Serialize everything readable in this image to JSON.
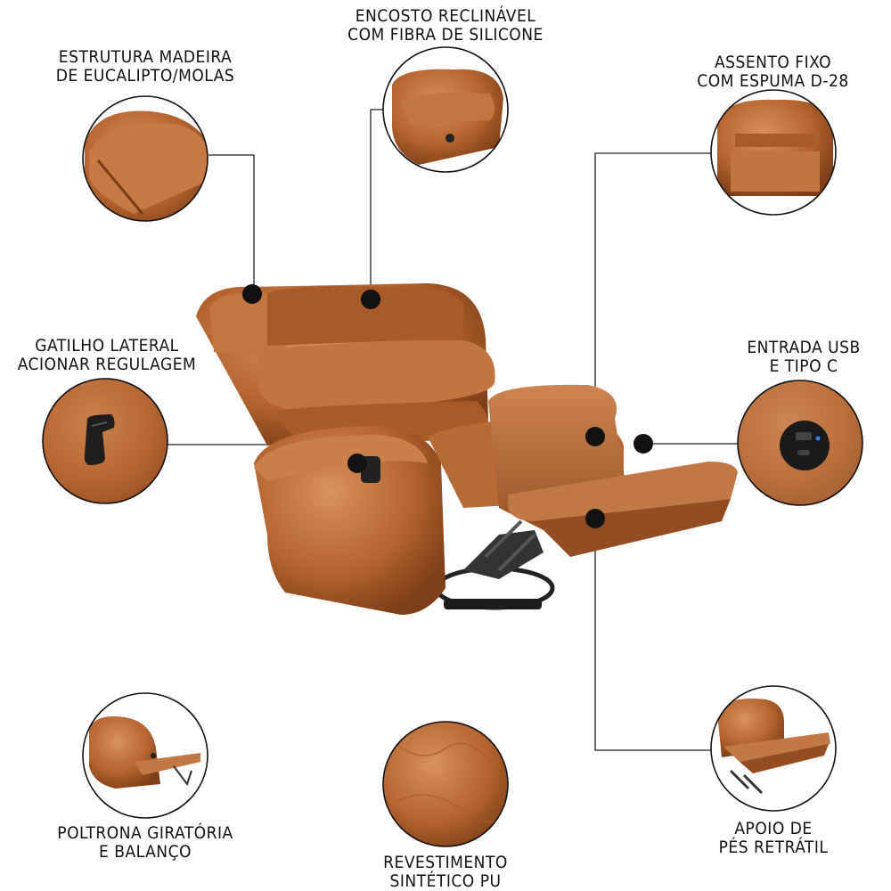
{
  "features": [
    {
      "id": "frame",
      "lines": [
        "ESTRUTURA MADEIRA",
        "DE EUCALIPTO/MOLAS"
      ]
    },
    {
      "id": "backrest",
      "lines": [
        "ENCOSTO RECLINÁVEL",
        "COM FIBRA DE SILICONE"
      ]
    },
    {
      "id": "seat",
      "lines": [
        "ASSENTO FIXO",
        "COM ESPUMA D-28"
      ]
    },
    {
      "id": "trigger",
      "lines": [
        "GATILHO LATERAL",
        "ACIONAR REGULAGEM"
      ]
    },
    {
      "id": "usb",
      "lines": [
        "ENTRADA USB",
        "E TIPO C"
      ]
    },
    {
      "id": "swivel",
      "lines": [
        "POLTRONA GIRATÓRIA",
        "E BALANÇO"
      ]
    },
    {
      "id": "upholstery",
      "lines": [
        "REVESTIMENTO",
        "SINTÉTICO PU"
      ]
    },
    {
      "id": "footrest",
      "lines": [
        "APOIO DE",
        "PÉS RETRÁTIL"
      ]
    }
  ],
  "colors": {
    "leather": "#b5642e",
    "leather_dark": "#7a3b16",
    "leather_light": "#d08550",
    "marker": "#111111",
    "line": "#222222"
  },
  "icons": [
    "usb-port-icon",
    "trigger-lever-icon"
  ]
}
